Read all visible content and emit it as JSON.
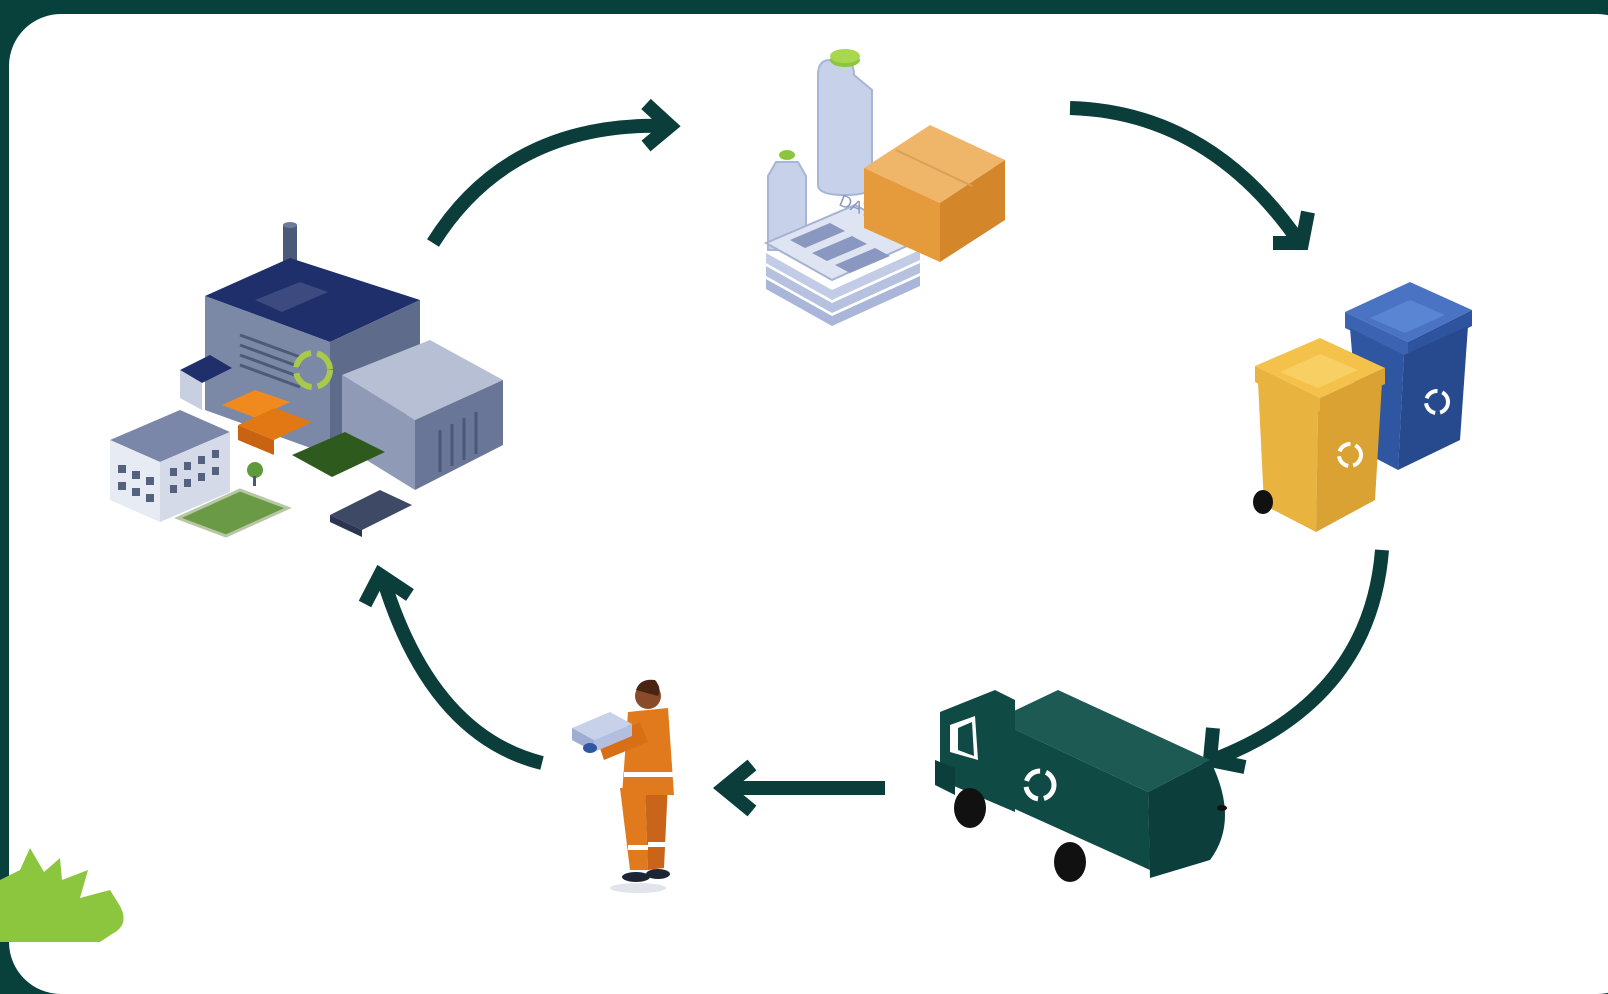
{
  "diagram": {
    "type": "cycle",
    "nodes": [
      {
        "id": "recycling-plant",
        "icon": "factory-icon"
      },
      {
        "id": "recyclable-materials",
        "icon": "bottles-newspaper-box-icon",
        "label": "DAYLY"
      },
      {
        "id": "recycling-bins",
        "icon": "recycling-bins-icon"
      },
      {
        "id": "garbage-truck",
        "icon": "garbage-truck-icon"
      },
      {
        "id": "sanitation-worker",
        "icon": "worker-icon"
      }
    ],
    "edges": [
      {
        "from": "recycling-plant",
        "to": "recyclable-materials"
      },
      {
        "from": "recyclable-materials",
        "to": "recycling-bins"
      },
      {
        "from": "recycling-bins",
        "to": "garbage-truck"
      },
      {
        "from": "garbage-truck",
        "to": "sanitation-worker"
      },
      {
        "from": "sanitation-worker",
        "to": "recycling-plant"
      }
    ]
  },
  "colors": {
    "frame": "#08403c",
    "arrow": "#0b3d3a",
    "accent_green": "#8cc63f",
    "bin_yellow": "#e9b33f",
    "bin_blue": "#2f56a0",
    "truck": "#0f4a45",
    "worker_orange": "#e07a1c"
  }
}
